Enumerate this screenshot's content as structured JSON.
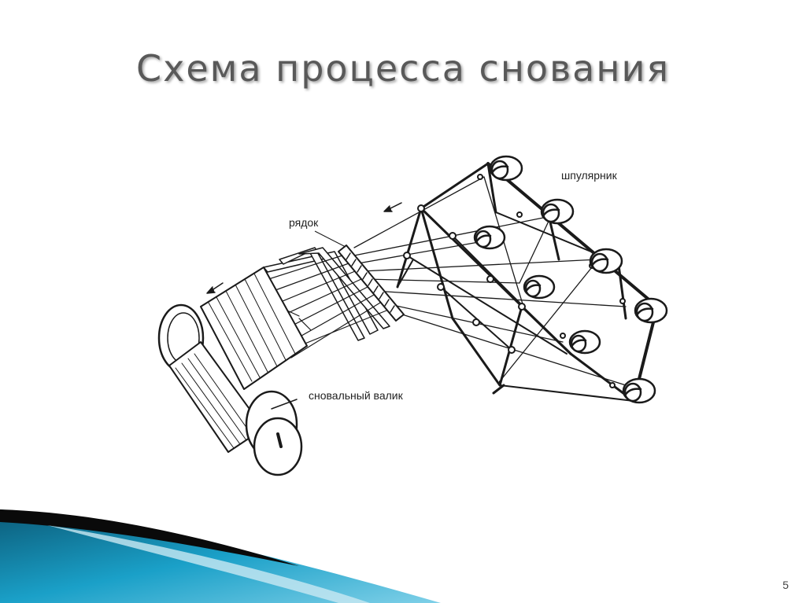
{
  "slide": {
    "title": "Схема процесса снования",
    "page_number": "5"
  },
  "diagram": {
    "labels": {
      "creel": "шпулярник",
      "reed": "рядок",
      "beam": "сновальный валик"
    }
  },
  "colors": {
    "title": "#595959",
    "line": "#1a1a1a",
    "accent_teal": "#1aa0c8",
    "accent_dark": "#0b5b78"
  }
}
